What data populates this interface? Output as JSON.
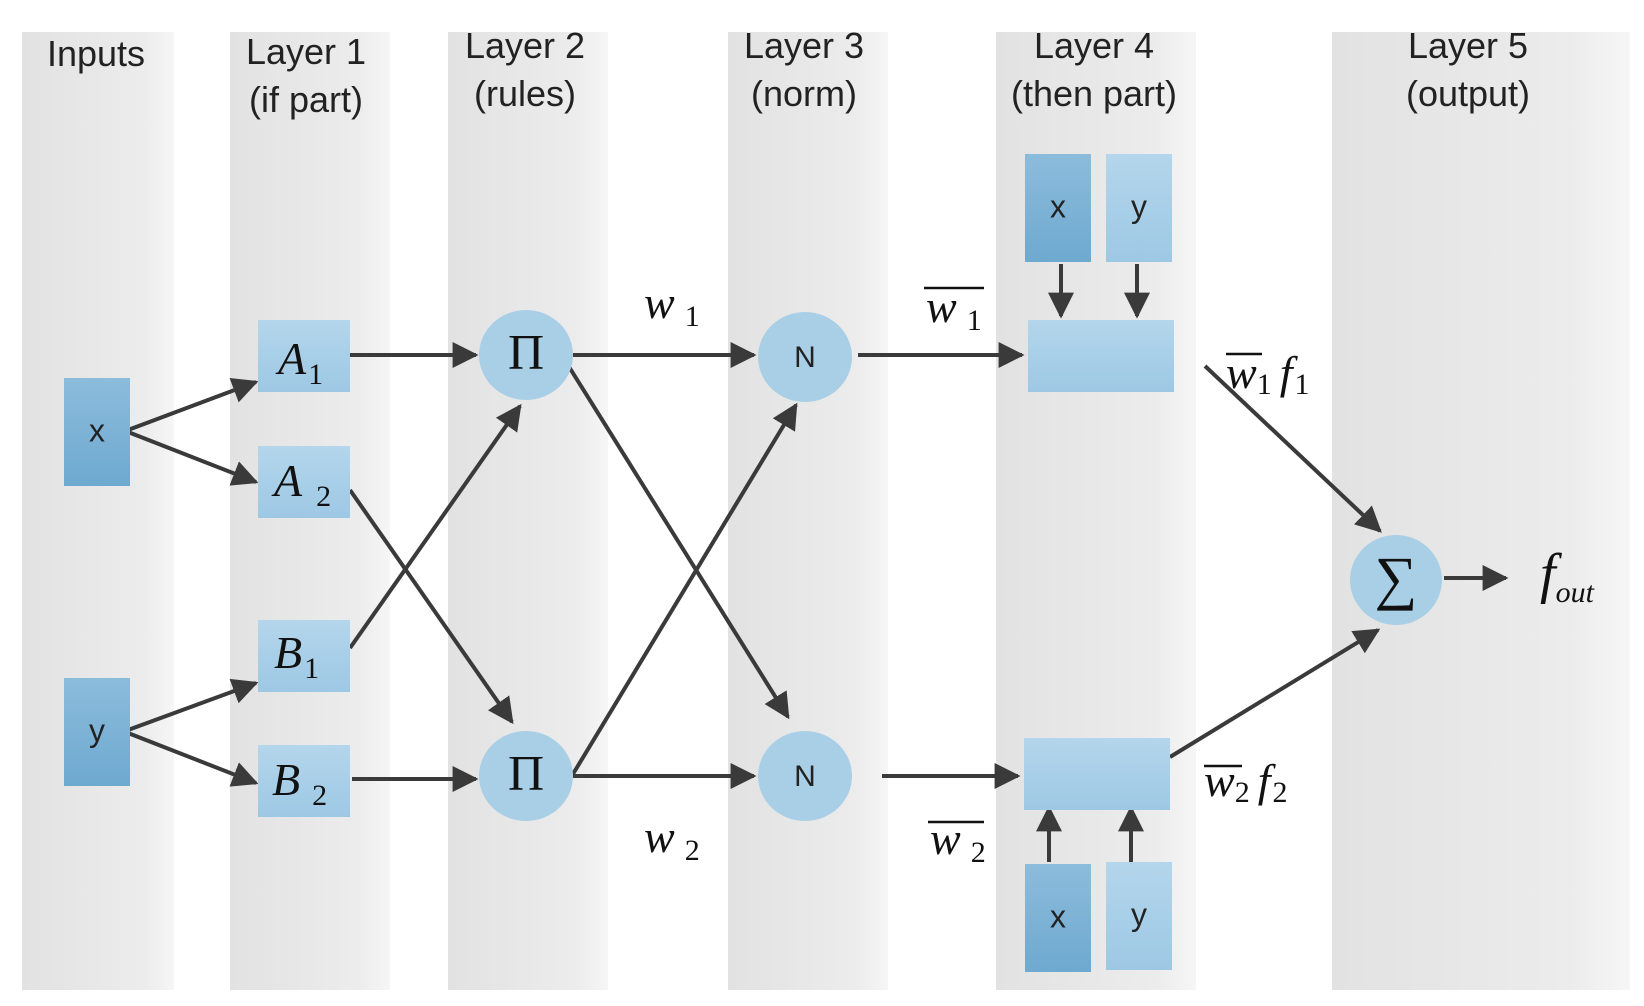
{
  "layers": [
    {
      "id": "inputs",
      "line1": "Inputs",
      "line2": ""
    },
    {
      "id": "layer1",
      "line1": "Layer 1",
      "line2": "(if part)"
    },
    {
      "id": "layer2",
      "line1": "Layer 2",
      "line2": "(rules)"
    },
    {
      "id": "layer3",
      "line1": "Layer 3",
      "line2": "(norm)"
    },
    {
      "id": "layer4",
      "line1": "Layer 4",
      "line2": "(then part)"
    },
    {
      "id": "layer5",
      "line1": "Layer 5",
      "line2": "(output)"
    }
  ],
  "inputs": {
    "x": "x",
    "y": "y"
  },
  "membership": {
    "a1": {
      "base": "A",
      "sub": "1"
    },
    "a2": {
      "base": "A",
      "sub": "2"
    },
    "b1": {
      "base": "B",
      "sub": "1"
    },
    "b2": {
      "base": "B",
      "sub": "2"
    }
  },
  "rules": {
    "symbol": "Π"
  },
  "norm": {
    "symbol": "N"
  },
  "sum": {
    "symbol": "∑"
  },
  "consequent_inputs": {
    "x": "x",
    "y": "y"
  },
  "edge_labels": {
    "w1": {
      "base": "w",
      "sub": "1"
    },
    "w2": {
      "base": "w",
      "sub": "2"
    },
    "wbar1": {
      "base": "w",
      "sub": "1"
    },
    "wbar2": {
      "base": "w",
      "sub": "2"
    },
    "wf1": {
      "w": "w",
      "wsub": "1",
      "f": "f",
      "fsub": "1"
    },
    "wf2": {
      "w": "w",
      "wsub": "2",
      "f": "f",
      "fsub": "2"
    }
  },
  "output": {
    "base": "f",
    "sub": "out"
  },
  "colors": {
    "column_bg": "#e6e6e6",
    "node_fill": "#a9cfe6",
    "node_dark": "#7fb3d5",
    "line": "#3a3a3a"
  }
}
